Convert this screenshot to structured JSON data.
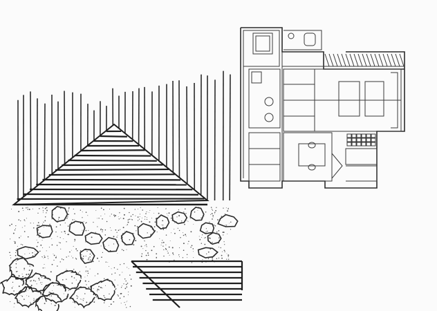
{
  "canvas": {
    "background": "#fbfbfb",
    "ink_color": "#2a2a2a"
  },
  "drawing": {
    "kind": "pencil architectural sketch",
    "elements": [
      "vertical-fence-slats",
      "gable-roof",
      "stepping-stones",
      "garden-shrubs",
      "wooden-deck",
      "floor-plan"
    ]
  }
}
